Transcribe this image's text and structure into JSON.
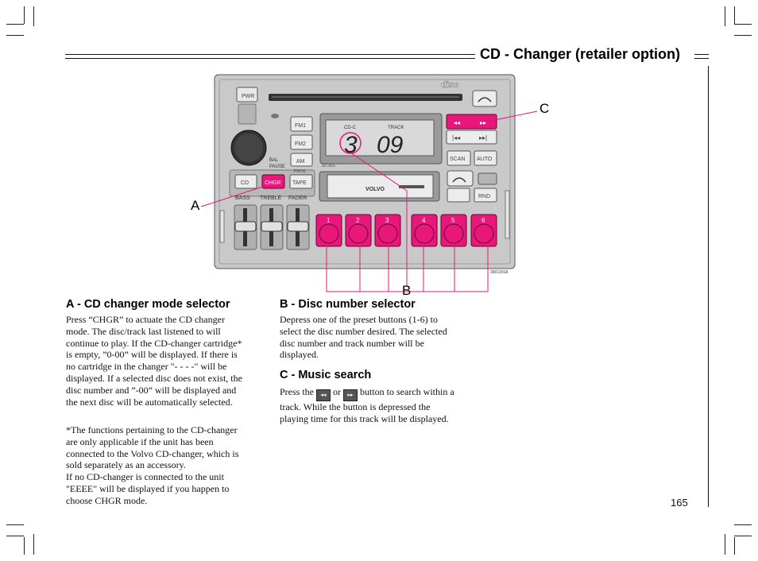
{
  "page": {
    "title": "CD - Changer (retailer option)",
    "page_number": "165"
  },
  "figure": {
    "callout_a": "A",
    "callout_b": "B",
    "callout_c": "C",
    "figure_code": "3901150A",
    "radio": {
      "disc_logo": "disc",
      "model": "SC-815",
      "brand": "VOLVO",
      "pwr": "PWR",
      "fm1": "FM1",
      "fm2": "FM2",
      "am": "AM",
      "cd": "CD",
      "chgr": "CHGR",
      "tape": "TAPE",
      "scan": "SCAN",
      "auto": "AUTO",
      "rnd": "RND",
      "bal": "BAL",
      "pause": "PAUSE",
      "prog": "PROG",
      "bass": "BASS",
      "treble": "TREBLE",
      "fader": "FADER",
      "display_label_cdc": "CD-C",
      "display_label_track": "TRACK",
      "display_disc": "3",
      "display_track": "09",
      "presets": [
        "1",
        "2",
        "3",
        "4",
        "5",
        "6"
      ],
      "accent_color": "#e8177a"
    }
  },
  "sections": {
    "a": {
      "heading": "A - CD changer mode selector",
      "lines": [
        "Press “CHGR” to actuate the CD changer",
        "mode. The disc/track last listened to will",
        "continue to play. If the CD-changer cartridge*",
        "is empty, ”0-00” will be displayed. If there is",
        "no cartridge in the changer \"- - - -\" will be",
        "displayed. If a selected disc does not exist, the",
        "disc number and ”-00” will be displayed and",
        "the next disc will be automatically selected."
      ],
      "footnote_lines": [
        "*The functions pertaining to the CD-changer",
        "are only applicable if the unit has been",
        "connected to the Volvo CD-changer, which is",
        "sold separately as an accessory.",
        "If no CD-changer is connected to the unit",
        "\"EEEE\" will be displayed if you happen to",
        "choose CHGR mode."
      ]
    },
    "b": {
      "heading": "B - Disc number selector",
      "lines": [
        "Depress one of the preset buttons (1-6) to",
        "select the disc number desired. The selected",
        "disc number and track number will be",
        "displayed."
      ]
    },
    "c": {
      "heading": "C - Music search",
      "line1_before": "Press the",
      "line1_mid": "or",
      "line1_after": "button to search within a",
      "lines": [
        "track. While the button is depressed the",
        "playing time for this track will be displayed."
      ]
    }
  }
}
